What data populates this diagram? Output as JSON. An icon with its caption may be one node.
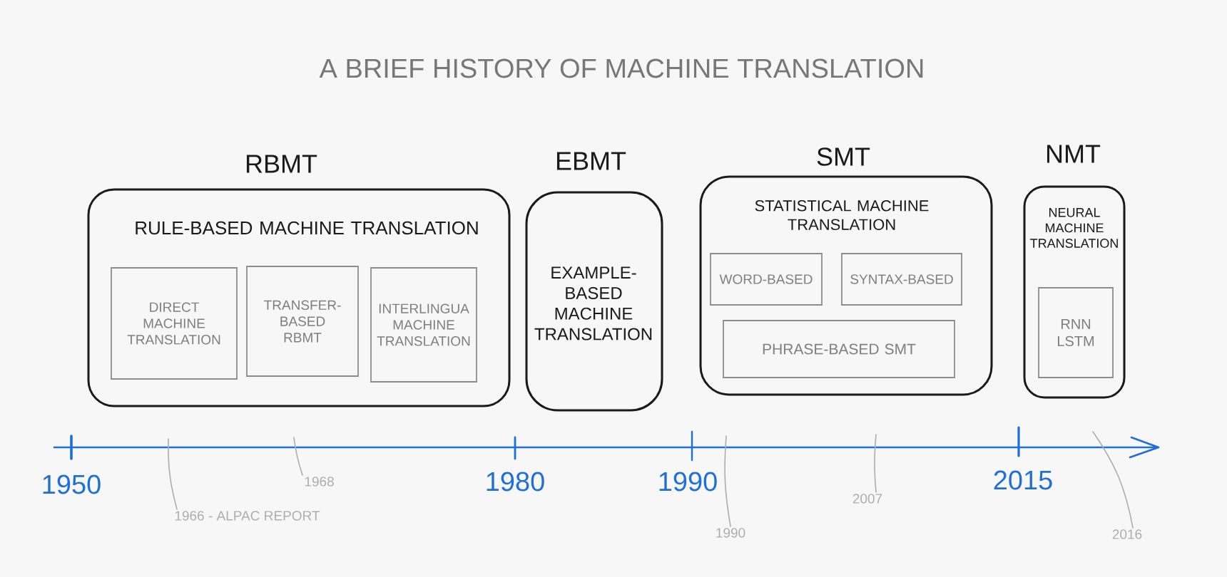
{
  "diagram": {
    "title": "A BRIEF HISTORY OF MACHINE TRANSLATION",
    "nodes": [
      {
        "text": [
          "RBMT",
          "RULE-BASED MACHINE TRANSLATION"
        ]
      },
      {
        "text": [
          "DIRECT MACHINE TRANSLATION"
        ],
        "in": 0
      },
      {
        "text": [
          "TRANSFER-BASED RBMT"
        ],
        "in": 0
      },
      {
        "text": [
          "INTERLINGUA MACHINE TRANSLATION"
        ],
        "in": 0
      },
      {
        "text": [
          "EBMT",
          "EXAMPLE-BASED MACHINE TRANSLATION"
        ]
      },
      {
        "text": [
          "SMT",
          "STATISTICAL MACHINE TRANSLATION"
        ]
      },
      {
        "text": [
          "WORD-BASED"
        ],
        "in": 5
      },
      {
        "text": [
          "SYNTAX-BASED"
        ],
        "in": 5
      },
      {
        "text": [
          "PHRASE-BASED SMT"
        ],
        "in": 5
      },
      {
        "text": [
          "NMT",
          "NEURAL MACHINE TRANSLATION"
        ]
      },
      {
        "text": [
          "RNN LSTM"
        ],
        "in": 9
      },
      {
        "text": [
          "1966 - ALPAC REPORT"
        ]
      },
      {
        "text": [
          "1968"
        ]
      },
      {
        "text": [
          "1990"
        ]
      },
      {
        "text": [
          "2007"
        ]
      },
      {
        "text": [
          "2016"
        ]
      }
    ],
    "edges": [
      {
        "from": 11,
        "to": null,
        "arrow": "none"
      },
      {
        "from": 12,
        "to": null,
        "arrow": "none"
      },
      {
        "from": 13,
        "to": null,
        "arrow": "none"
      },
      {
        "from": 14,
        "to": null,
        "arrow": "none"
      },
      {
        "from": 15,
        "to": null,
        "arrow": "none"
      }
    ],
    "labels": [
      "1950",
      "1980",
      "1990",
      "2015"
    ]
  }
}
